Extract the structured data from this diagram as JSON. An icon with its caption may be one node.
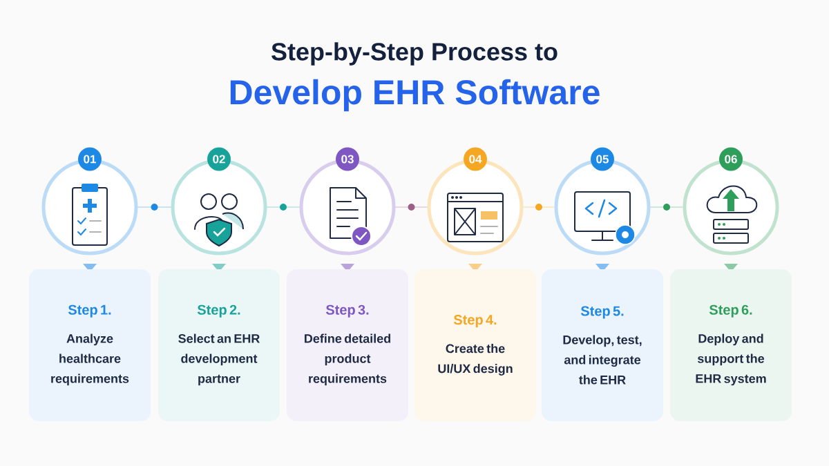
{
  "diagram": {
    "title": "Step-by-Step Process to",
    "nodes": [
      {
        "text": [
          "01"
        ]
      },
      {
        "text": [
          "Step 1.",
          "Analyze healthcare requirements"
        ]
      },
      {
        "text": [
          "02"
        ]
      },
      {
        "text": [
          "Step 2.",
          "Select an EHR development partner"
        ]
      },
      {
        "text": [
          "03"
        ]
      },
      {
        "text": [
          "Step 3.",
          "Define detailed product requirements"
        ]
      },
      {
        "text": [
          "04"
        ]
      },
      {
        "text": [
          "Step 4.",
          "Create the UI/UX design"
        ]
      },
      {
        "text": [
          "05"
        ]
      },
      {
        "text": [
          "Step 5.",
          "Develop, test, and integrate the EHR"
        ]
      },
      {
        "text": [
          "06"
        ]
      },
      {
        "text": [
          "Step 6.",
          "Deploy and support the EHR system"
        ]
      }
    ],
    "edges": [
      {
        "from": 0,
        "to": 2,
        "arrow": "none",
        "color": "#9ac9f3"
      },
      {
        "from": 2,
        "to": 4,
        "arrow": "none",
        "color": "#97d6d2"
      },
      {
        "from": 4,
        "to": 6,
        "arrow": "none",
        "color": "#d2b7c8"
      },
      {
        "from": 6,
        "to": 8,
        "arrow": "none",
        "color": "#fad79c"
      },
      {
        "from": 8,
        "to": 10,
        "arrow": "none",
        "color": "#a1d3b5"
      }
    ],
    "labels": [
      "Develop EHR Software"
    ]
  }
}
